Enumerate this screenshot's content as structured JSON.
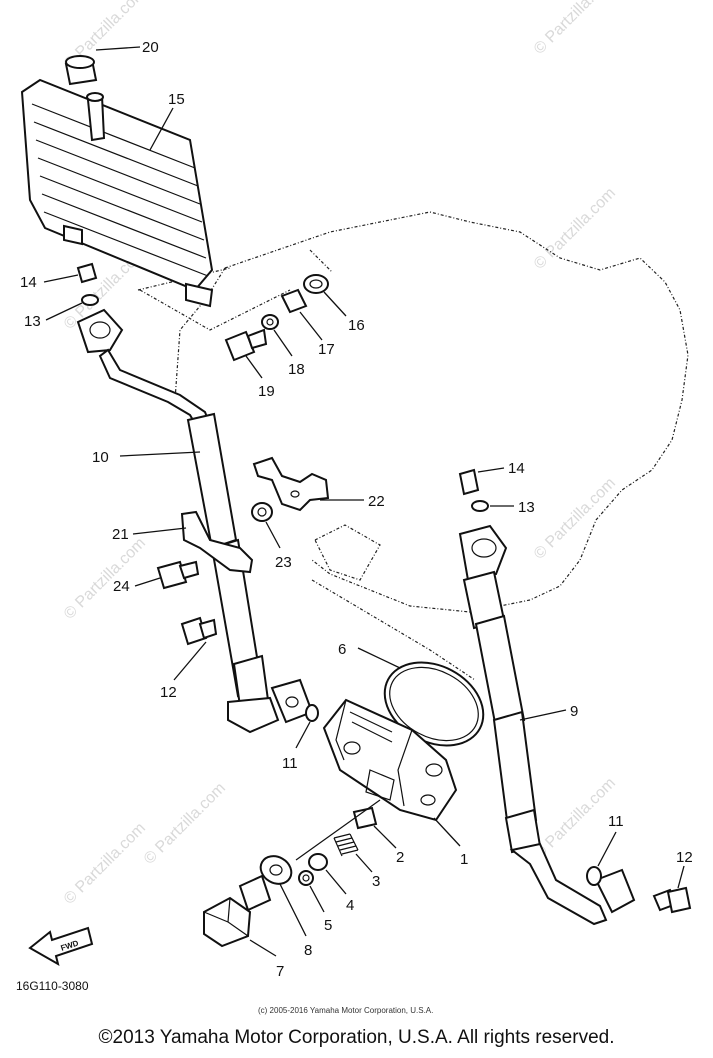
{
  "watermark": "© Partzilla.com",
  "diagram_code": "16G110-3080",
  "fwd_label": "FWD",
  "copyright_small": "(c) 2005-2016 Yamaha Motor Corporation, U.S.A.",
  "copyright": "©2013 Yamaha Motor Corporation, U.S.A. All rights reserved.",
  "callouts": {
    "c1": "1",
    "c2": "2",
    "c3": "3",
    "c4": "4",
    "c5": "5",
    "c6": "6",
    "c7": "7",
    "c8": "8",
    "c9": "9",
    "c10": "10",
    "c11a": "11",
    "c11b": "11",
    "c12a": "12",
    "c12b": "12",
    "c13a": "13",
    "c13b": "13",
    "c14a": "14",
    "c14b": "14",
    "c15": "15",
    "c16": "16",
    "c17": "17",
    "c18": "18",
    "c19": "19",
    "c20": "20",
    "c21": "21",
    "c22": "22",
    "c23": "23",
    "c24": "24"
  }
}
